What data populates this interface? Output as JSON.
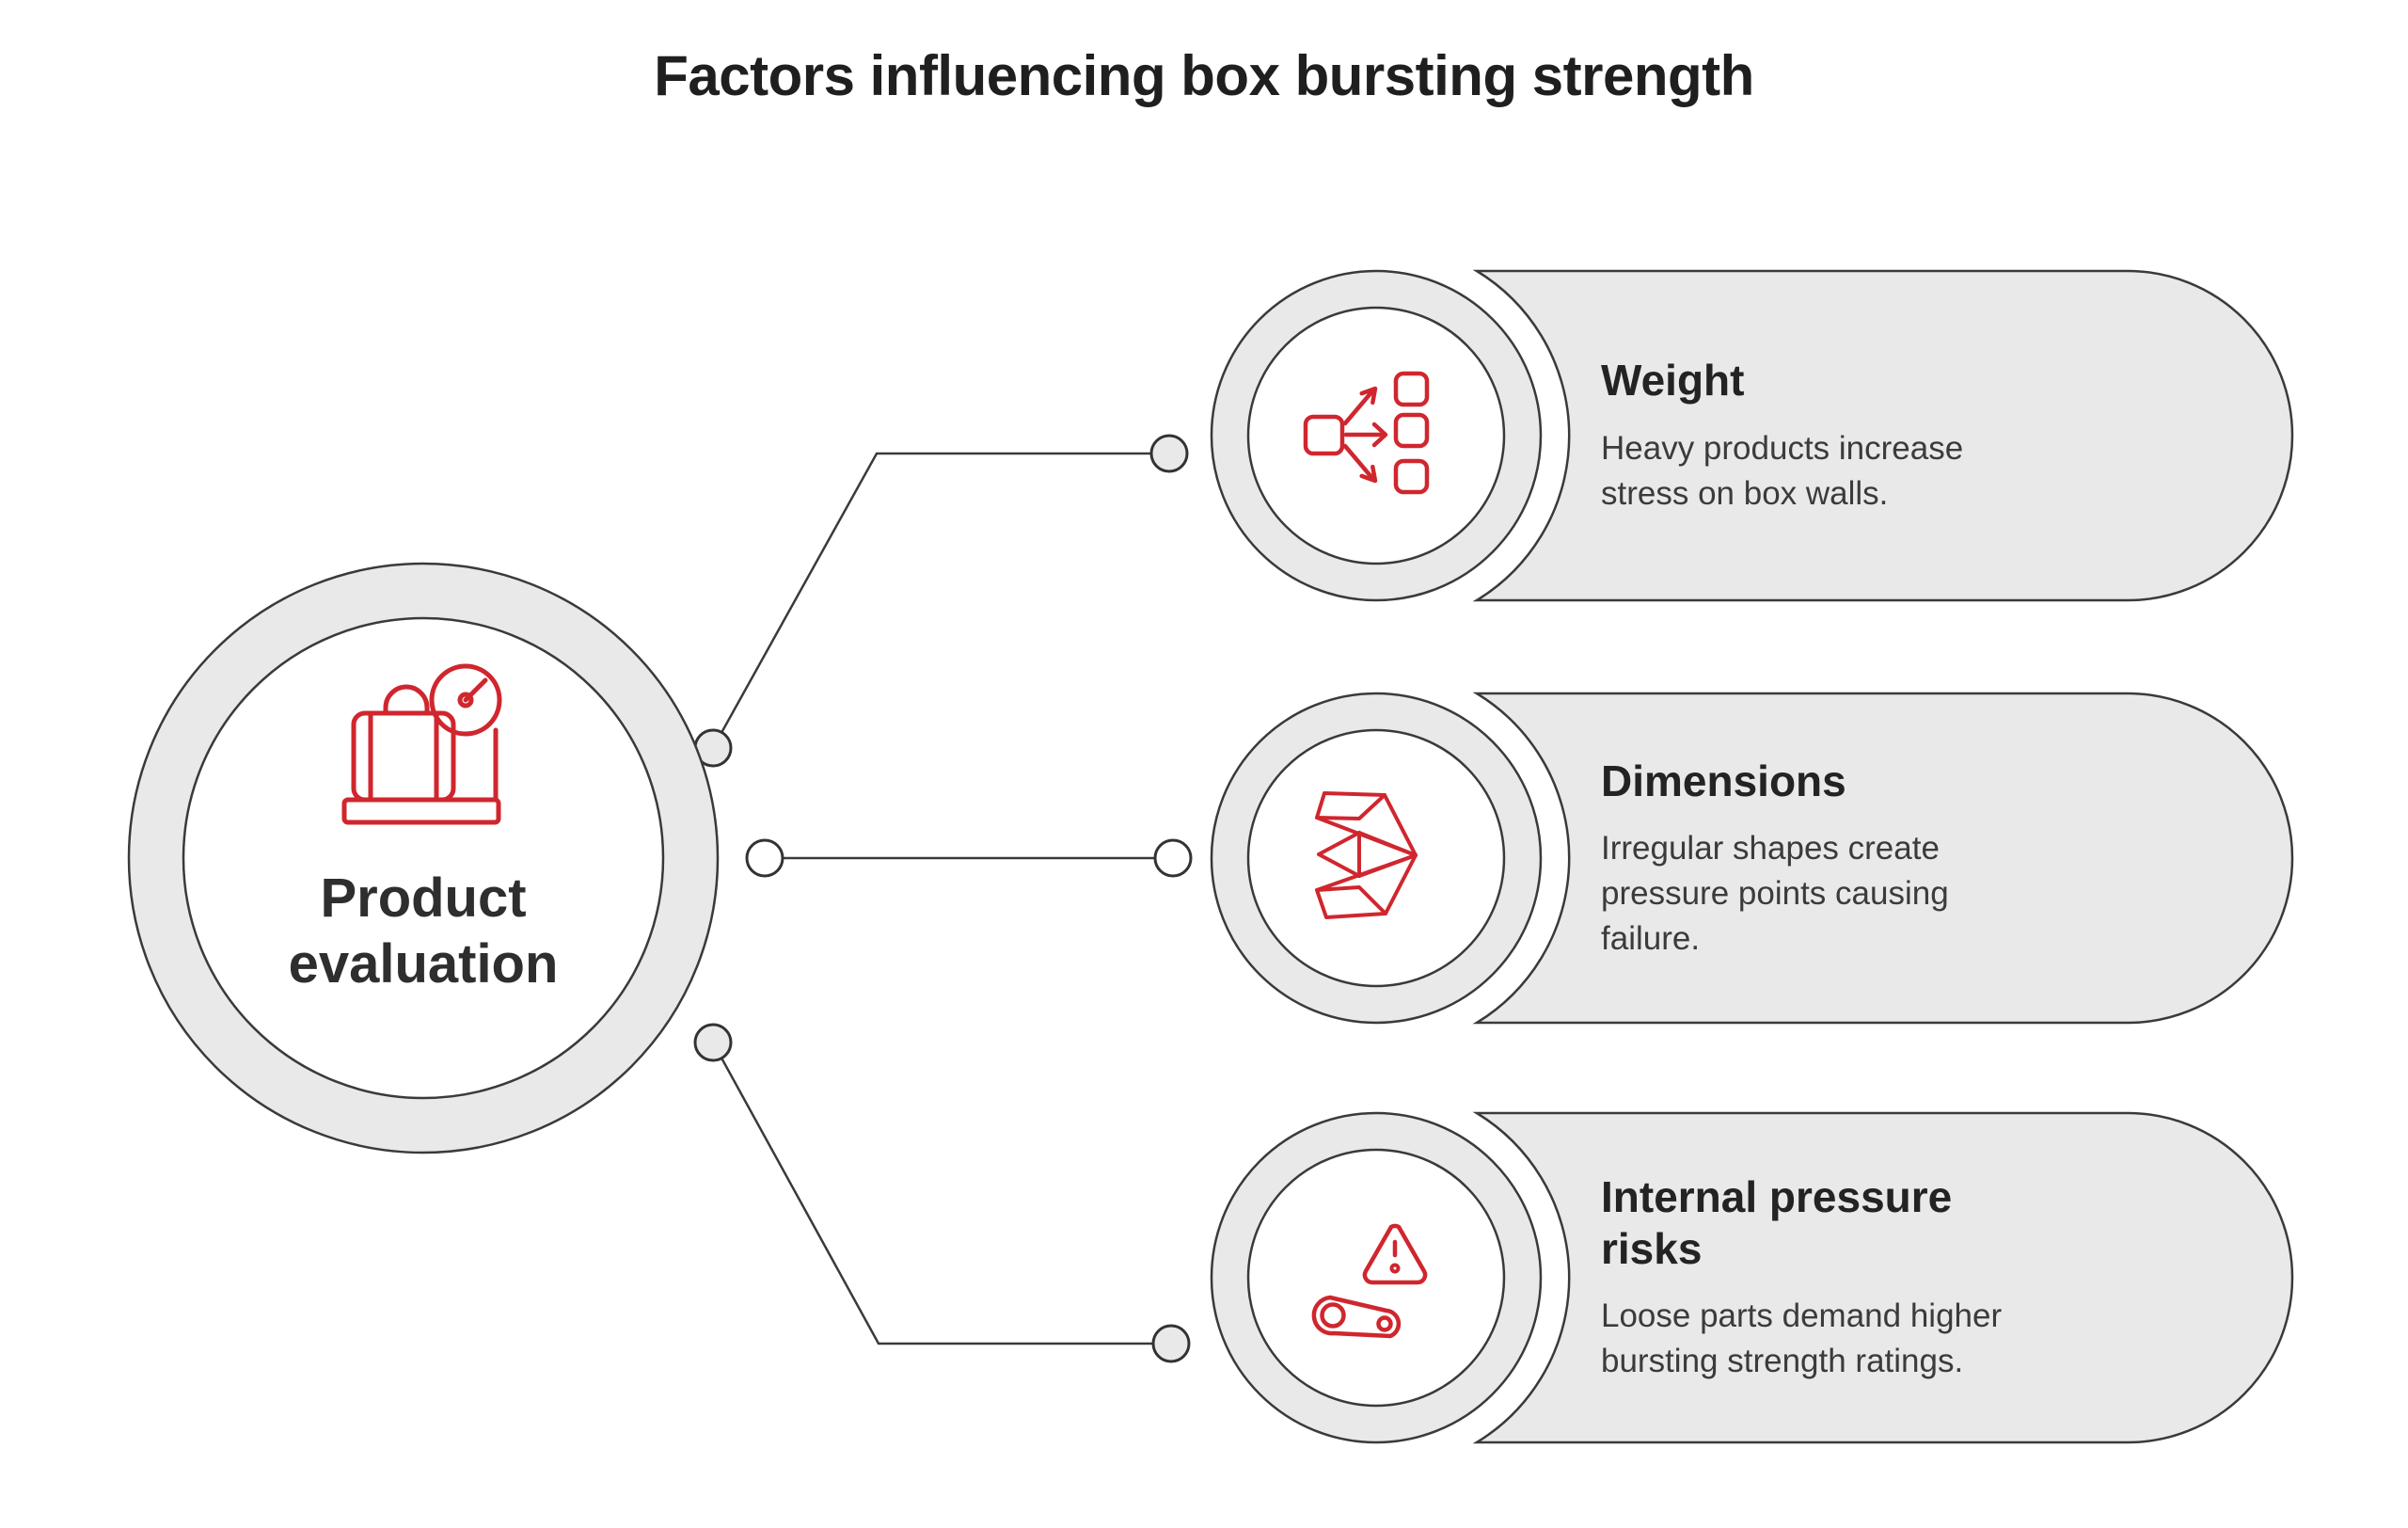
{
  "title": "Factors influencing box bursting strength",
  "colors": {
    "accent_red": "#d0262e",
    "shape_fill": "#e9e9e9",
    "outline": "#3a3a3a",
    "background": "#ffffff"
  },
  "hub": {
    "label": "Product evaluation",
    "icon": "weighing-scale-icon"
  },
  "branches": [
    {
      "title": "Weight",
      "description": "Heavy products increase stress on box walls.",
      "icon": "distribution-icon"
    },
    {
      "title": "Dimensions",
      "description": "Irregular shapes create pressure points causing failure.",
      "icon": "irregular-shape-icon"
    },
    {
      "title": "Internal pressure risks",
      "description": "Loose parts demand higher bursting strength ratings.",
      "icon": "warning-icon"
    }
  ]
}
